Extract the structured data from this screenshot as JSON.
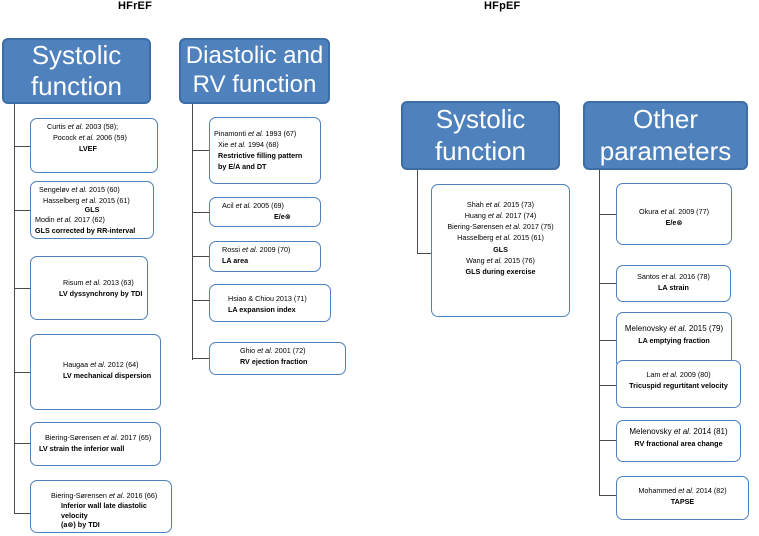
{
  "sections": {
    "hfref": "HFrEF",
    "hfpef": "HFpEF"
  },
  "headers": {
    "hfref_systolic": [
      "Systolic",
      "function"
    ],
    "hfref_diastolic": [
      "Diastolic and",
      "RV function"
    ],
    "hfpef_systolic": [
      "Systolic",
      "function"
    ],
    "hfpef_other": [
      "Other",
      "parameters"
    ]
  },
  "cards": {
    "c1": {
      "l1a": "Curtis ",
      "l1i": "et al.",
      "l1b": " 2003 (58);",
      "l2a": "Pocock ",
      "l2i": "et al.",
      "l2b": " 2006 (59)",
      "bold": "LVEF"
    },
    "c2": {
      "l1a": "Sengeløv ",
      "l1i": "et al.",
      "l1b": " 2015 (60)",
      "l2a": "Hasselberg ",
      "l2i": "et al.",
      "l2b": " 2015 (61)",
      "bold1": "GLS",
      "l3a": "Modin ",
      "l3i": "et al.",
      "l3b": " 2017 (62)",
      "bold2": "GLS corrected by RR-interval"
    },
    "c3": {
      "l1a": "Risum ",
      "l1i": "et al.",
      "l1b": " 2013 (63)",
      "bold": "LV dyssynchrony by TDI"
    },
    "c4": {
      "l1a": "Haugaa ",
      "l1i": "et al.",
      "l1b": " 2012 (64)",
      "bold": "LV mechanical dispersion"
    },
    "c5": {
      "l1a": "Biering-Sørensen ",
      "l1i": "et al.",
      "l1b": " 2017 (65)",
      "bold": "LV strain the inferior wall"
    },
    "c6": {
      "l1a": "Biering-Sørensen ",
      "l1i": "et al.",
      "l1b": " 2016 (66)",
      "bold1": "Inferior wall late diastolic velocity",
      "bold2": "(a⊗) by TDI"
    },
    "d1": {
      "l1a": "Pinamonti ",
      "l1i": "et al.",
      "l1b": " 1993 (67)",
      "l2a": "Xie ",
      "l2i": "et al.",
      "l2b": " 1994 (68)",
      "bold1": "Restrictive filling pattern",
      "bold2": "by E/A and DT"
    },
    "d2": {
      "l1a": "Acil ",
      "l1i": "et al.",
      "l1b": " 2005 (69)",
      "bold": "E/e⊗"
    },
    "d3": {
      "l1a": "Rossi ",
      "l1i": "et al.",
      "l1b": " 2009 (70)",
      "bold": "LA area"
    },
    "d4": {
      "l1a": "Hsiao & Chiou 2013 (71)",
      "bold": "LA expansion index"
    },
    "d5": {
      "l1a": "Ghio ",
      "l1i": "et al.",
      "l1b": " 2001 (72)",
      "bold": "RV ejection fraction"
    },
    "p1": {
      "l1a": "Shah ",
      "l1i": "et al.",
      "l1b": " 2015 (73)",
      "l2a": "Huang ",
      "l2i": "et al.",
      "l2b": " 2017 (74)",
      "l3a": "Biering-Sørensen ",
      "l3i": "et al.",
      "l3b": " 2017 (75)",
      "l4a": "Hasselberg ",
      "l4i": "et al.",
      "l4b": " 2015 (61)",
      "bold1": "GLS",
      "l5a": "Wang ",
      "l5i": "et al.",
      "l5b": " 2015 (76)",
      "bold2": "GLS during exercise"
    },
    "o1": {
      "l1a": "Okura ",
      "l1i": "et al.",
      "l1b": " 2009 (77)",
      "bold": "E/e⊗"
    },
    "o2": {
      "l1a": "Santos ",
      "l1i": "et al.",
      "l1b": " 2016 (78)",
      "bold": "LA strain"
    },
    "o3": {
      "l1a": "Melenovsky ",
      "l1i": "et al.",
      "l1b": " 2015 (79)",
      "bold": "LA emptying fraction"
    },
    "o4": {
      "l1a": "Lam ",
      "l1i": "et al.",
      "l1b": " 2009 (80)",
      "bold": "Tricuspid regurtitant velocity"
    },
    "o5": {
      "l1a": "Melenovsky ",
      "l1i": "et al.",
      "l1b": " 2014 (81)",
      "bold": "RV fractional area change"
    },
    "o6": {
      "l1a": "Mohammed ",
      "l1i": "et al.",
      "l1b": " 2014 (82)",
      "bold": "TAPSE"
    }
  }
}
